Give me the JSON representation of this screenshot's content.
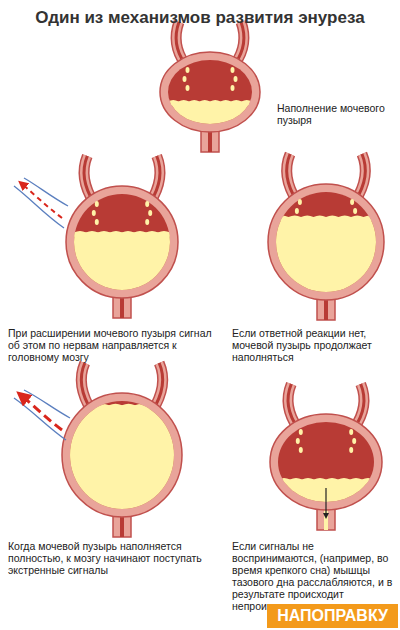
{
  "diagram": {
    "title": "Один из механизмов развития энуреза",
    "nodes": [
      {
        "text": [
          "НАПОПРАВКУ"
        ]
      }
    ],
    "labels": [
      "Наполнение мочевого пузыря",
      "При расширении мочевого пузыря сигнал об этом по нервам направляется к головному мозгу",
      "Если ответной реакции нет, мочевой пузырь продолжает наполняться",
      "Когда мочевой пузырь наполняется полностью, к мозгу начинают поступать экстренные сигналы",
      "Если сигналы не воспринимаются, (например, во время крепкого сна) мышцы тазового дна расслабляются, и в результате происходит непроизвольное мочеиспускание"
    ]
  }
}
